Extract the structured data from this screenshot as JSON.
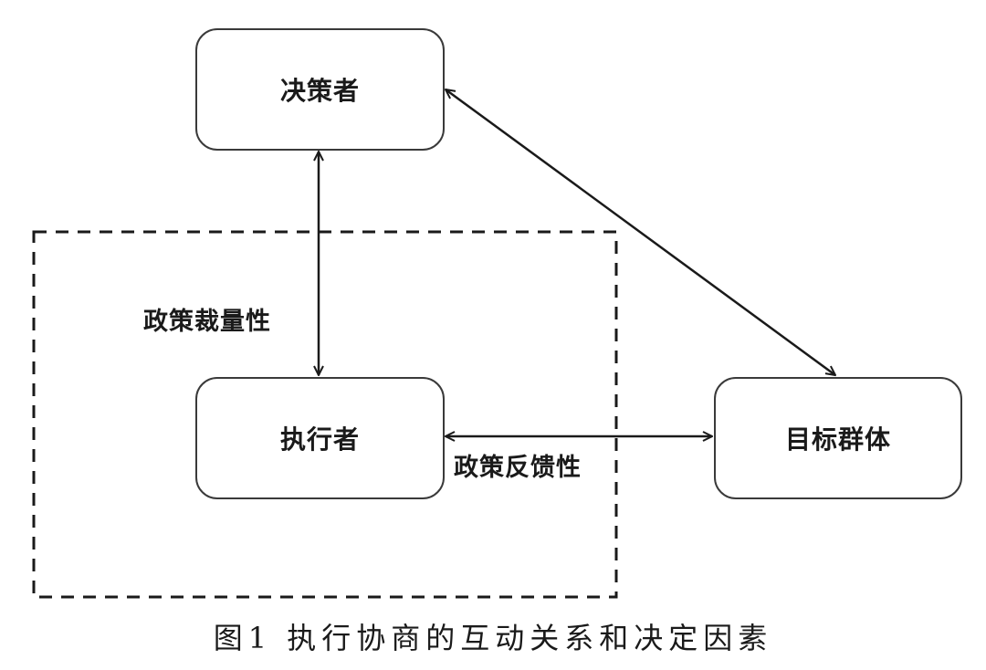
{
  "nodes": {
    "decision_maker": "决策者",
    "executor": "执行者",
    "target_group": "目标群体"
  },
  "edges": {
    "decision_executor": {
      "from": "决策者",
      "to": "执行者",
      "label": "政策裁量性",
      "direction": "bidirectional"
    },
    "executor_target": {
      "from": "执行者",
      "to": "目标群体",
      "label": "政策反馈性",
      "direction": "bidirectional"
    },
    "decision_target": {
      "from": "决策者",
      "to": "目标群体",
      "label": "",
      "direction": "bidirectional"
    }
  },
  "grouping": {
    "style": "dashed",
    "contains": [
      "执行者"
    ]
  },
  "caption": "图1  执行协商的互动关系和决定因素",
  "colors": {
    "stroke": "#1a1a1a",
    "box_border": "#3a3a3a",
    "background": "#ffffff"
  }
}
